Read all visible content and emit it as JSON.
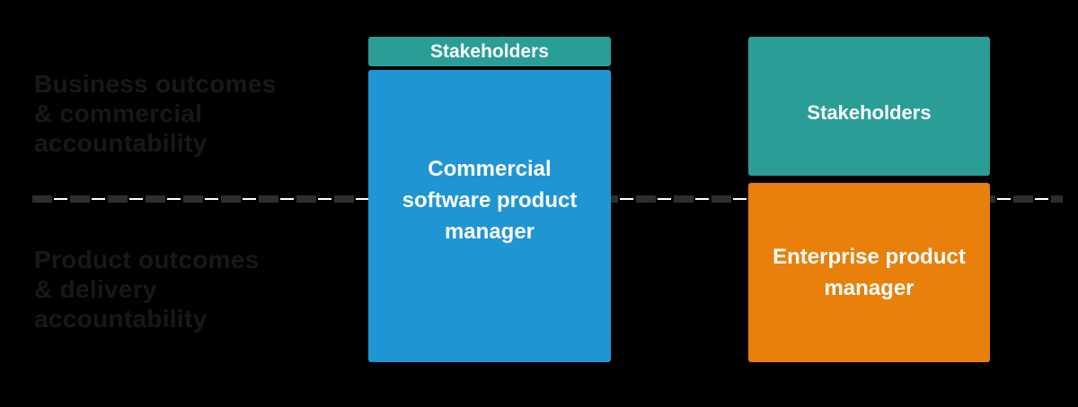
{
  "palette": {
    "background": "#000000",
    "teal": "#2a9d97",
    "blue": "#2095d3",
    "orange": "#e8800b",
    "dash_dark": "#2b2e31",
    "dash_light": "#ffffff",
    "side_label_text": "#18181a",
    "box_text": "#ffffff"
  },
  "side_labels": {
    "business": {
      "lines": [
        "Business outcomes",
        "& commercial",
        "accountability"
      ]
    },
    "product": {
      "lines": [
        "Product outcomes",
        "& delivery",
        "accountability"
      ]
    }
  },
  "commercial_column": {
    "stakeholders_label": "Stakeholders",
    "box_lines": [
      "Commercial",
      "software product",
      "manager"
    ]
  },
  "enterprise_column": {
    "stakeholders_label": "Stakeholders",
    "box_lines": [
      "Enterprise product",
      "manager"
    ]
  }
}
